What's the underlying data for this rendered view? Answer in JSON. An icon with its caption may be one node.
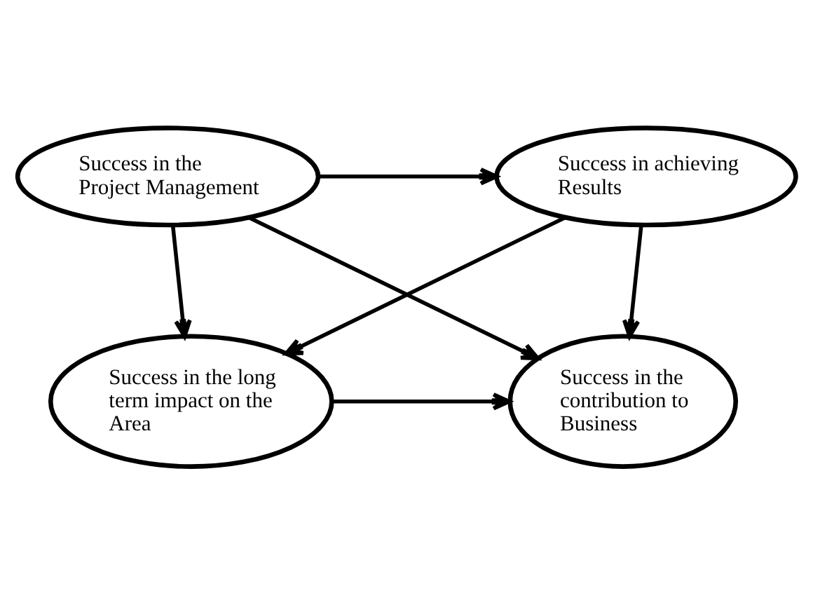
{
  "diagram": {
    "nodes": [
      {
        "text": [
          "Success in the Project Management"
        ]
      },
      {
        "text": [
          "Success in achieving Results"
        ]
      },
      {
        "text": [
          "Success in the contribution to Business"
        ]
      },
      {
        "text": [
          "Success in the long term impact on the Area"
        ]
      }
    ],
    "edges": [
      {
        "from": 0,
        "to": 1,
        "arrow": "to"
      },
      {
        "from": 0,
        "to": 2,
        "arrow": "to"
      },
      {
        "from": 0,
        "to": 3,
        "arrow": "to"
      },
      {
        "from": 1,
        "to": 2,
        "arrow": "to"
      },
      {
        "from": 1,
        "to": 3,
        "arrow": "to"
      },
      {
        "from": 3,
        "to": 2,
        "arrow": "to"
      }
    ]
  }
}
